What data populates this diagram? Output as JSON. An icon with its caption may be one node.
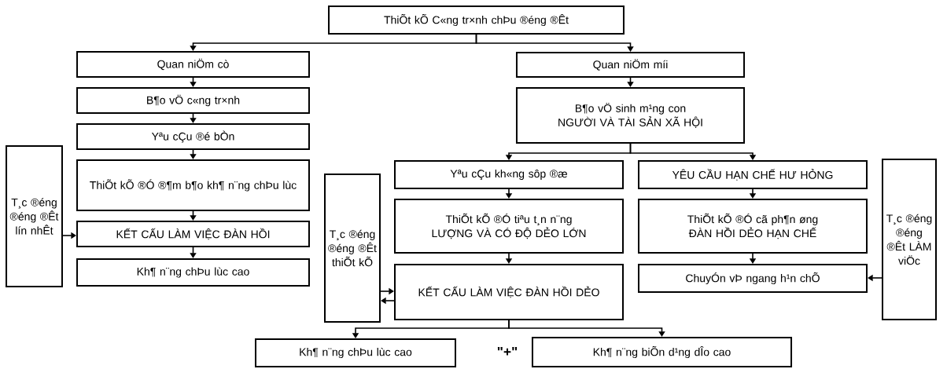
{
  "diagram": {
    "nodes": [
      {
        "text": [
          "ThiÕt kÕ C«ng tr×nh chÞu ®éng ®Êt"
        ]
      },
      {
        "text": [
          "Quan niÖm cò"
        ]
      },
      {
        "text": [
          "B¶o vÖ c«ng tr×nh"
        ]
      },
      {
        "text": [
          "Yªu cÇu ®é bÒn"
        ]
      },
      {
        "text": [
          "ThiÕt kÕ ®Ó ®¶m b¶o kh¶ n¨ng chÞu lùc"
        ]
      },
      {
        "text": [
          "KẾT CẤU LÀM VIỆC ĐÀN HỒI"
        ]
      },
      {
        "text": [
          "Kh¶ n¨ng chÞu lùc cao"
        ]
      },
      {
        "text": [
          "T¸c ®éng ®éng ®Êt lín nhÊt"
        ]
      },
      {
        "text": [
          "Quan niÖm míi"
        ]
      },
      {
        "text": [
          "B¶o vÖ sinh m¹ng con NGƯỜI VÀ TÀI SẢN XÃ HỘI"
        ]
      },
      {
        "text": [
          "Yªu cÇu kh«ng sôp ®æ"
        ]
      },
      {
        "text": [
          "YÊU CẦU HẠN CHẾ HƯ HỎNG"
        ]
      },
      {
        "text": [
          "ThiÕt kÕ ®Ó tiªu t¸n n¨ng LƯỢNG VÀ CÓ ĐỘ DẺO LỚN"
        ]
      },
      {
        "text": [
          "ThiÕt kÕ ®Ó cã ph¶n øng ĐÀN HỒI DẺO HẠN CHẾ"
        ]
      },
      {
        "text": [
          "KẾT CẤU LÀM VIỆC ĐÀN HỒI DẺO"
        ]
      },
      {
        "text": [
          "ChuyÓn vÞ ngang h¹n chÕ"
        ]
      },
      {
        "text": [
          "T¸c ®éng ®éng ®Êt thiÕt kÕ"
        ]
      },
      {
        "text": [
          "T¸c ®éng ®éng ®Êt LÀM viÖc"
        ]
      },
      {
        "text": [
          "Kh¶ n¨ng chÞu lùc cao"
        ]
      },
      {
        "text": [
          "Kh¶ n¨ng biÕn d¹ng dÎo cao"
        ]
      }
    ],
    "edges": [
      {
        "from": 0,
        "to": 1,
        "arrow": "to"
      },
      {
        "from": 0,
        "to": 8,
        "arrow": "to"
      },
      {
        "from": 1,
        "to": 2,
        "arrow": "to"
      },
      {
        "from": 2,
        "to": 3,
        "arrow": "to"
      },
      {
        "from": 3,
        "to": 4,
        "arrow": "to"
      },
      {
        "from": 4,
        "to": 5,
        "arrow": "to"
      },
      {
        "from": 5,
        "to": 6,
        "arrow": "to"
      },
      {
        "from": 7,
        "to": 5,
        "arrow": "to"
      },
      {
        "from": 8,
        "to": 9,
        "arrow": "to"
      },
      {
        "from": 9,
        "to": 10,
        "arrow": "to"
      },
      {
        "from": 9,
        "to": 11,
        "arrow": "to"
      },
      {
        "from": 10,
        "to": 12,
        "arrow": "to"
      },
      {
        "from": 12,
        "to": 14,
        "arrow": "to"
      },
      {
        "from": 11,
        "to": 13,
        "arrow": "to"
      },
      {
        "from": 13,
        "to": 15,
        "arrow": "to"
      },
      {
        "from": 17,
        "to": 15,
        "arrow": "to"
      },
      {
        "from": 16,
        "to": 14,
        "arrow": "to"
      },
      {
        "from": 14,
        "to": 16,
        "arrow": "to"
      },
      {
        "from": 14,
        "to": 18,
        "arrow": "to"
      },
      {
        "from": 14,
        "to": 19,
        "arrow": "to"
      }
    ],
    "labels": [
      "\"+\""
    ]
  }
}
